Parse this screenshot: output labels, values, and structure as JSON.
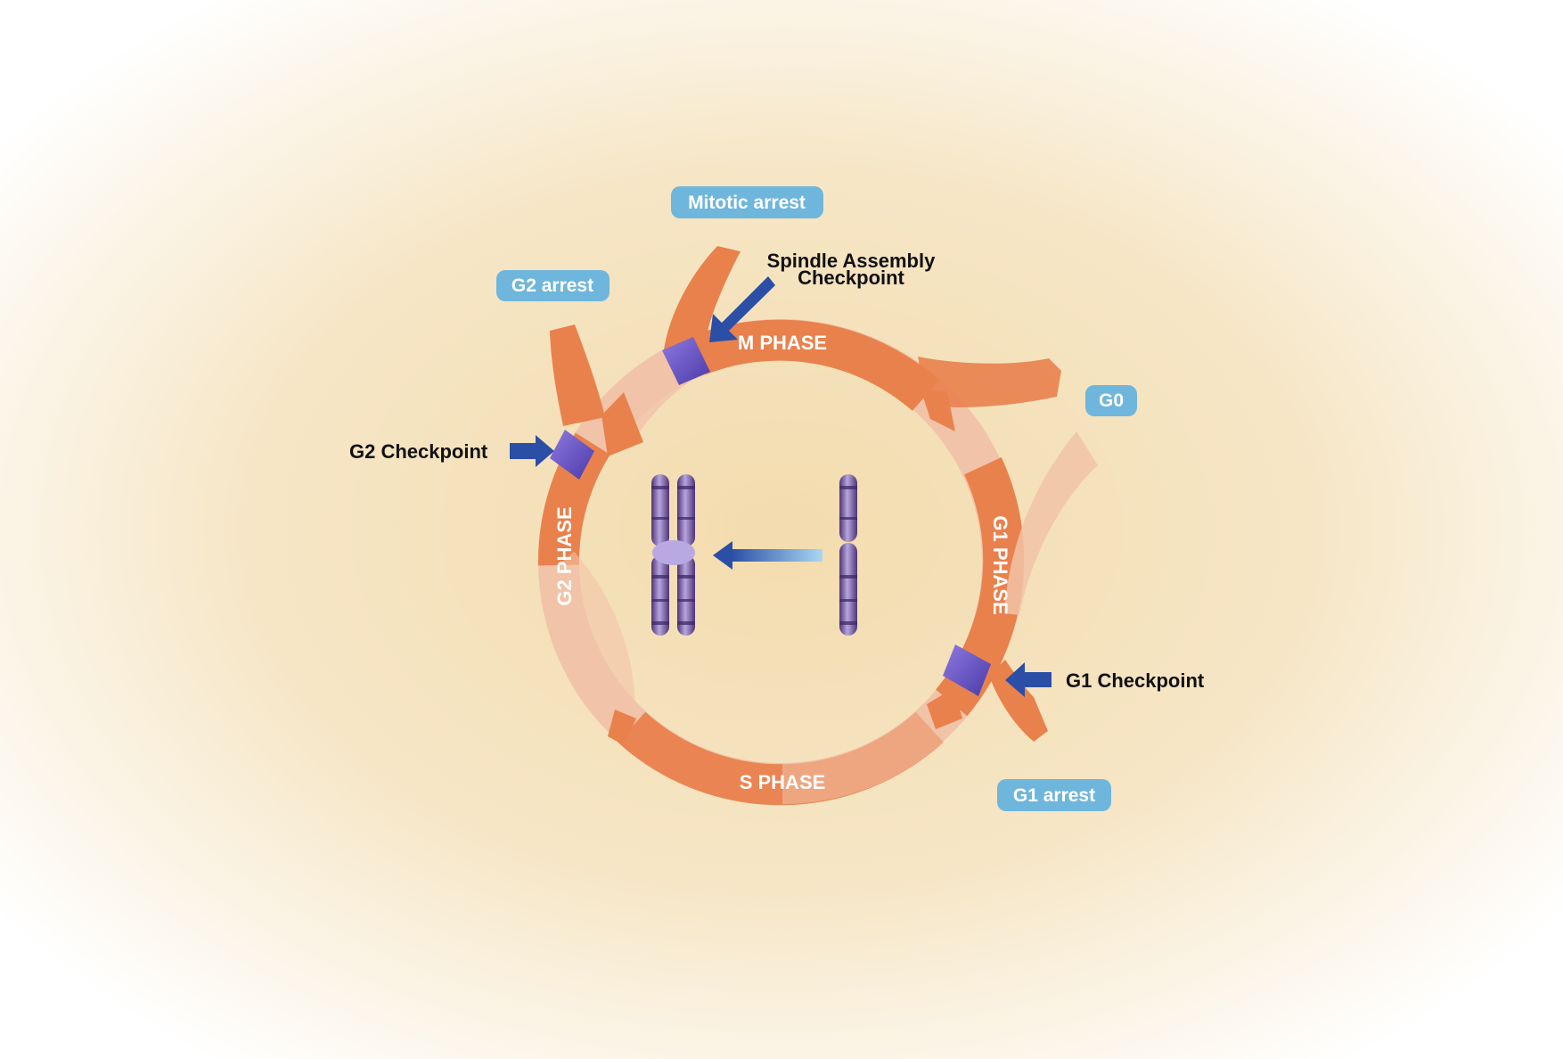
{
  "phases": {
    "m": "M PHASE",
    "g1": "G1 PHASE",
    "s": "S PHASE",
    "g2": "G2 PHASE"
  },
  "checkpoints": {
    "spindle_line1": "Spindle Assembly",
    "spindle_line2": "Checkpoint",
    "g2": "G2 Checkpoint",
    "g1": "G1 Checkpoint"
  },
  "arrest_states": {
    "mitotic": "Mitotic arrest",
    "g2": "G2 arrest",
    "g0": "G0",
    "g1": "G1 arrest"
  },
  "colors": {
    "background_glow": "#f5e0b8",
    "cycle_orange": "#e9814d",
    "cycle_pale": "#f3c7b0",
    "checkpoint_purple": "#6a55c8",
    "arrow_blue": "#2b4fa6",
    "pill_blue": "#6fb6dc",
    "chromosome_purple": "#7a5aa8"
  }
}
